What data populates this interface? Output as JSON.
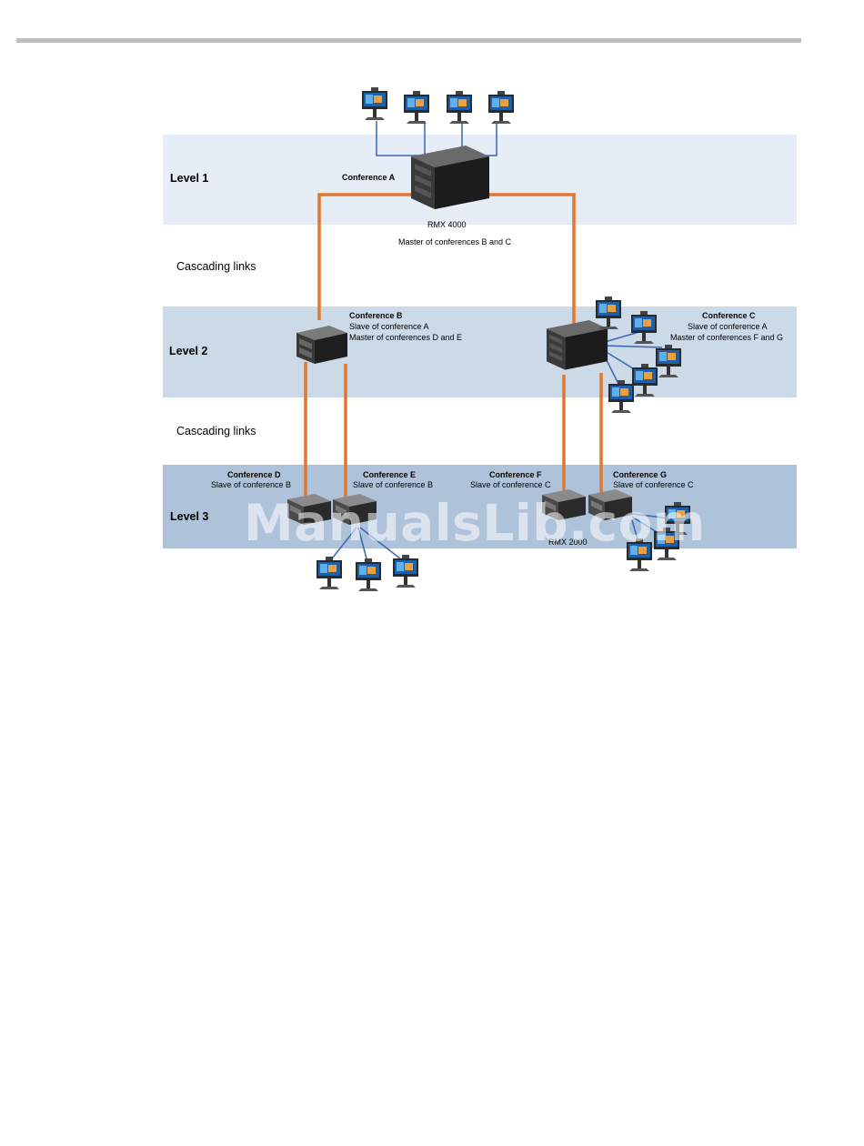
{
  "diagram": {
    "levels": [
      {
        "label": "Level 1"
      },
      {
        "label": "Level 2"
      },
      {
        "label": "Level 3"
      }
    ],
    "cascading_links_label": "Cascading links",
    "conference_a": {
      "title": "Conference A",
      "device": "RMX 4000",
      "role": "Master of conferences B and C"
    },
    "conference_b": {
      "title": "Conference B",
      "lines": [
        "Slave of conference A",
        "Master of conferences D and E"
      ]
    },
    "conference_c": {
      "title": "Conference C",
      "lines": [
        "Slave of conference A",
        "Master of conferences F and G"
      ]
    },
    "conference_d": {
      "title": "Conference D",
      "line": "Slave of conference B"
    },
    "conference_e": {
      "title": "Conference E",
      "line": "Slave of conference B"
    },
    "conference_f": {
      "title": "Conference F",
      "line": "Slave of conference C"
    },
    "conference_g": {
      "title": "Conference G",
      "line": "Slave of conference C"
    },
    "level3_device": "RMX 2000",
    "colors": {
      "cascade_link": "#e07830",
      "endpoint_link": "#3a66b0"
    },
    "icons": {
      "mcu": "mcu-server-icon",
      "endpoint": "video-endpoint-icon"
    }
  },
  "watermark": "ManualsLib.com"
}
